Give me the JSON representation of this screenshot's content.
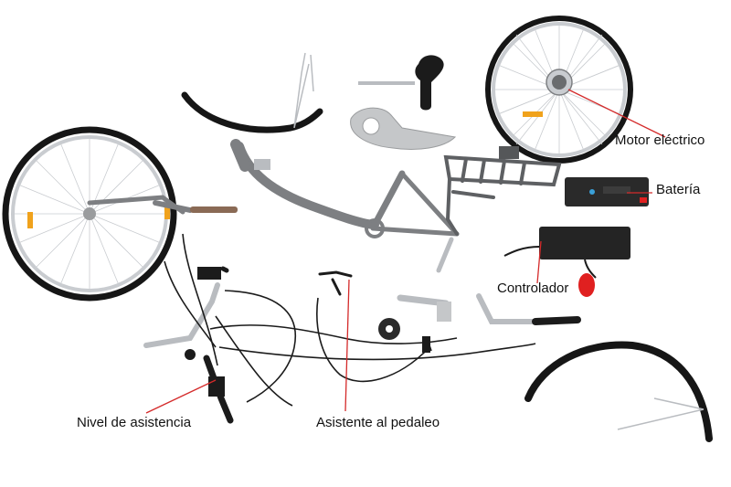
{
  "diagram": {
    "labels": {
      "motor": "Motor eléctrico",
      "bateria": "Batería",
      "controlador": "Controlador",
      "nivel": "Nivel de asistencia",
      "pedaleo": "Asistente al pedaleo"
    },
    "colors": {
      "leader": "#d42a2a",
      "tire": "#161616",
      "frame": "#7d7f82",
      "chrome": "#b9bcc0",
      "rim": "#c9ccd0",
      "black": "#1b1b1b",
      "battery": "#2a2a2a",
      "reflector": "#f0a21c",
      "taillight": "#e02020",
      "grip": "#8a6a55",
      "background": "#ffffff"
    }
  }
}
